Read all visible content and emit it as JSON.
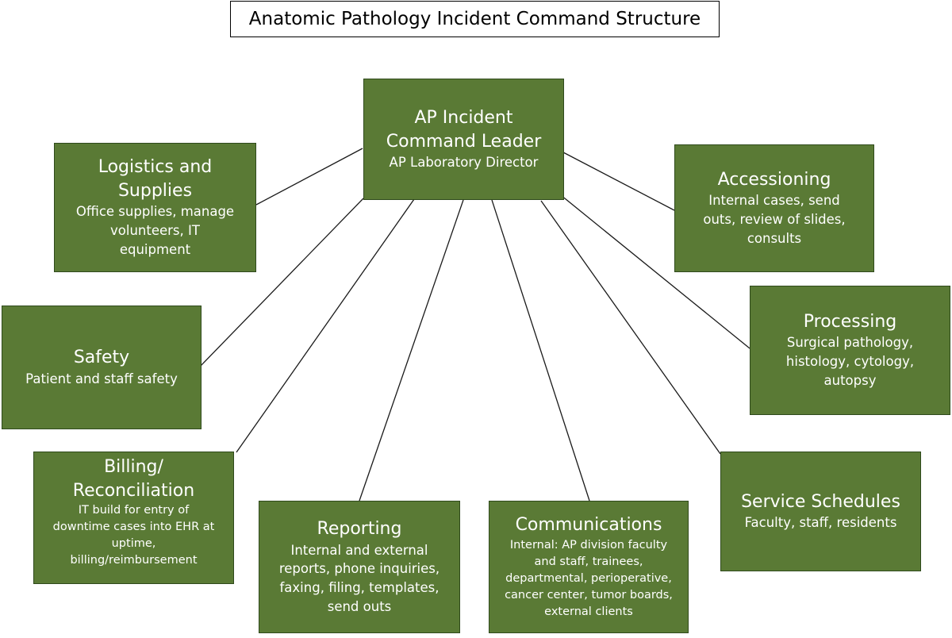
{
  "title": "Anatomic Pathology Incident Command Structure",
  "colors": {
    "box_fill": "#5a7a35",
    "box_border": "#2f4a1c",
    "box_text": "#ffffff",
    "connector": "#1a1a1a"
  },
  "leader": {
    "heading_line1": "AP Incident",
    "heading_line2": "Command Leader",
    "detail": "AP Laboratory Director"
  },
  "nodes": {
    "logistics": {
      "heading_line1": "Logistics and",
      "heading_line2": "Supplies",
      "detail_lines": [
        "Office supplies, manage",
        "volunteers, IT",
        "equipment"
      ]
    },
    "safety": {
      "heading": "Safety",
      "detail_lines": [
        "Patient and staff safety"
      ]
    },
    "billing": {
      "heading_line1": "Billing/",
      "heading_line2": "Reconciliation",
      "detail_lines": [
        "IT build for entry of",
        "downtime cases into EHR at",
        "uptime,",
        "billing/reimbursement"
      ]
    },
    "reporting": {
      "heading": "Reporting",
      "detail_lines": [
        "Internal and external",
        "reports, phone inquiries,",
        "faxing, filing, templates,",
        "send outs"
      ]
    },
    "communications": {
      "heading": "Communications",
      "detail_lines": [
        "Internal: AP division faculty",
        "and staff, trainees,",
        "departmental, perioperative,",
        "cancer center, tumor boards,",
        "external clients"
      ]
    },
    "service_schedules": {
      "heading": "Service Schedules",
      "detail_lines": [
        "Faculty, staff, residents"
      ]
    },
    "processing": {
      "heading": "Processing",
      "detail_lines": [
        "Surgical pathology,",
        "histology, cytology,",
        "autopsy"
      ]
    },
    "accessioning": {
      "heading": "Accessioning",
      "detail_lines": [
        "Internal cases, send",
        "outs, review of slides,",
        "consults"
      ]
    }
  }
}
